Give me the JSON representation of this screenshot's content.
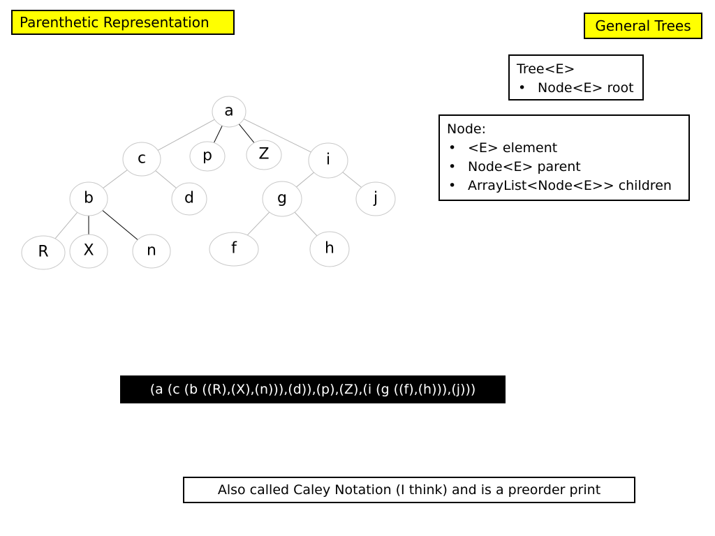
{
  "header": {
    "title": "Parenthetic Representation",
    "topic": "General Trees"
  },
  "tree_class": {
    "heading": "Tree<E>",
    "items": [
      "Node<E> root"
    ]
  },
  "node_class": {
    "heading": "Node:",
    "items": [
      "<E> element",
      "Node<E> parent",
      "ArrayList<Node<E>> children"
    ]
  },
  "parenthetic": "(a (c (b ((R),(X),(n))),(d)),(p),(Z),(i (g ((f),(h))),(j)))",
  "note": "Also called Caley Notation (I think) and is a preorder print",
  "tree": {
    "nodes": [
      {
        "id": "a",
        "label": "a"
      },
      {
        "id": "c",
        "label": "c"
      },
      {
        "id": "p",
        "label": "p"
      },
      {
        "id": "Z",
        "label": "Z"
      },
      {
        "id": "i",
        "label": "i"
      },
      {
        "id": "b",
        "label": "b"
      },
      {
        "id": "d",
        "label": "d"
      },
      {
        "id": "g",
        "label": "g"
      },
      {
        "id": "j",
        "label": "j"
      },
      {
        "id": "R",
        "label": "R"
      },
      {
        "id": "X",
        "label": "X"
      },
      {
        "id": "n",
        "label": "n"
      },
      {
        "id": "f",
        "label": "f"
      },
      {
        "id": "h",
        "label": "h"
      }
    ],
    "edges": [
      {
        "from": "a",
        "to": "c"
      },
      {
        "from": "a",
        "to": "p"
      },
      {
        "from": "a",
        "to": "Z"
      },
      {
        "from": "a",
        "to": "i"
      },
      {
        "from": "c",
        "to": "b"
      },
      {
        "from": "c",
        "to": "d"
      },
      {
        "from": "i",
        "to": "g"
      },
      {
        "from": "i",
        "to": "j"
      },
      {
        "from": "b",
        "to": "R"
      },
      {
        "from": "b",
        "to": "X"
      },
      {
        "from": "b",
        "to": "n"
      },
      {
        "from": "g",
        "to": "f"
      },
      {
        "from": "g",
        "to": "h"
      }
    ]
  }
}
